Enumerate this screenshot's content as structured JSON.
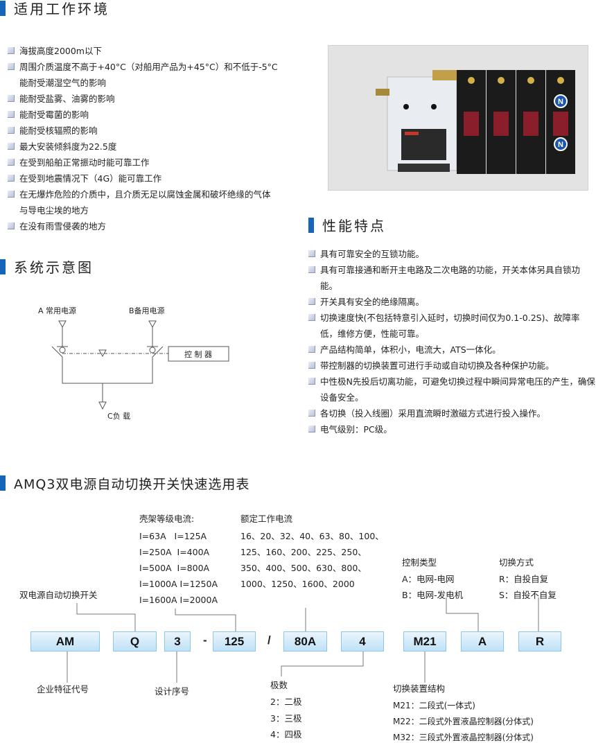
{
  "sections": {
    "environment": {
      "title": "适用工作环境",
      "items": [
        "海拔高度2000m以下",
        "周围介质温度不高于+40°C（对船用产品为+45°C）和不低于-5°C能耐受潮湿空气的影响",
        "能耐受盐雾、油雾的影响",
        "能耐受霉菌的影响",
        "能耐受核辐照的影响",
        "最大安装倾斜度为22.5度",
        "在受到船舶正常振动时能可靠工作",
        "在受到地震情况下（4G）能可靠工作",
        "在无爆炸危险的介质中，且介质无足以腐蚀金属和破坏绝缘的气体与导电尘埃的地方",
        "在没有雨雪侵袭的地方"
      ]
    },
    "diagram": {
      "title": "系统示意图",
      "source_a": "A 常用电源",
      "source_b": "B备用电源",
      "controller": "控 制 器",
      "load": "C负 载"
    },
    "features": {
      "title": "性能特点",
      "items": [
        "具有可靠安全的互锁功能。",
        "具有可靠接通和断开主电路及二次电路的功能，开关本体另具自锁功能。",
        "开关具有安全的绝缘隔离。",
        "切换速度快(不包括特意引入延时，切换时间仅为0.1-0.2S)、故障率低，维修方便，性能可靠。",
        "产品结构简单，体积小，电流大，ATS一体化。",
        "带控制器的切换装置可进行手动或自动切换及各种保护功能。",
        "中性极N先投后切离功能，可避免切换过程中瞬间异常电压的产生，确保设备安全。",
        "各切换（投入线圈）采用直流瞬时激磁方式进行投入操作。",
        "电气级别：PC级。"
      ]
    },
    "selection": {
      "title": "AMQ3双电源自动切换开关快速选用表",
      "frame_current": {
        "label": "壳架等级电流:",
        "rows": [
          "I=63A   I=125A",
          "I=250A  I=400A",
          "I=500A  I=800A",
          "I=1000A I=1250A",
          "I=1600A I=2000A"
        ]
      },
      "rated_current": {
        "label": "额定工作电流",
        "rows": [
          "16、20、32、40、63、80、100、",
          "125、160、200、225、250、",
          "350、400、500、630、800、",
          "1000、1250、1600、2000"
        ]
      },
      "control_type": {
        "label": "控制类型",
        "rows": [
          "A：电网-电网",
          "B：电网-发电机"
        ]
      },
      "switch_mode": {
        "label": "切换方式",
        "rows": [
          "R：自投自复",
          "S：自投不自复"
        ]
      },
      "product_name": "双电源自动切换开关",
      "code": [
        "AM",
        "Q",
        "3",
        "-",
        "125",
        "/",
        "80A",
        "4",
        "M21",
        "A",
        "R"
      ],
      "company_code": "企业特征代号",
      "design_no": "设计序号",
      "poles": {
        "label": "极数",
        "rows": [
          "2：二极",
          "3：三极",
          "4：四极"
        ]
      },
      "structure": {
        "label": "切换装置结构",
        "rows": [
          "M21：二段式(一体式)",
          "M22：二段式外置液晶控制器(分体式)",
          "M32：三段式外置液晶控制器(分体式)"
        ]
      }
    }
  },
  "colors": {
    "accent": "#1565b8",
    "box_border": "#8dc8ea"
  }
}
